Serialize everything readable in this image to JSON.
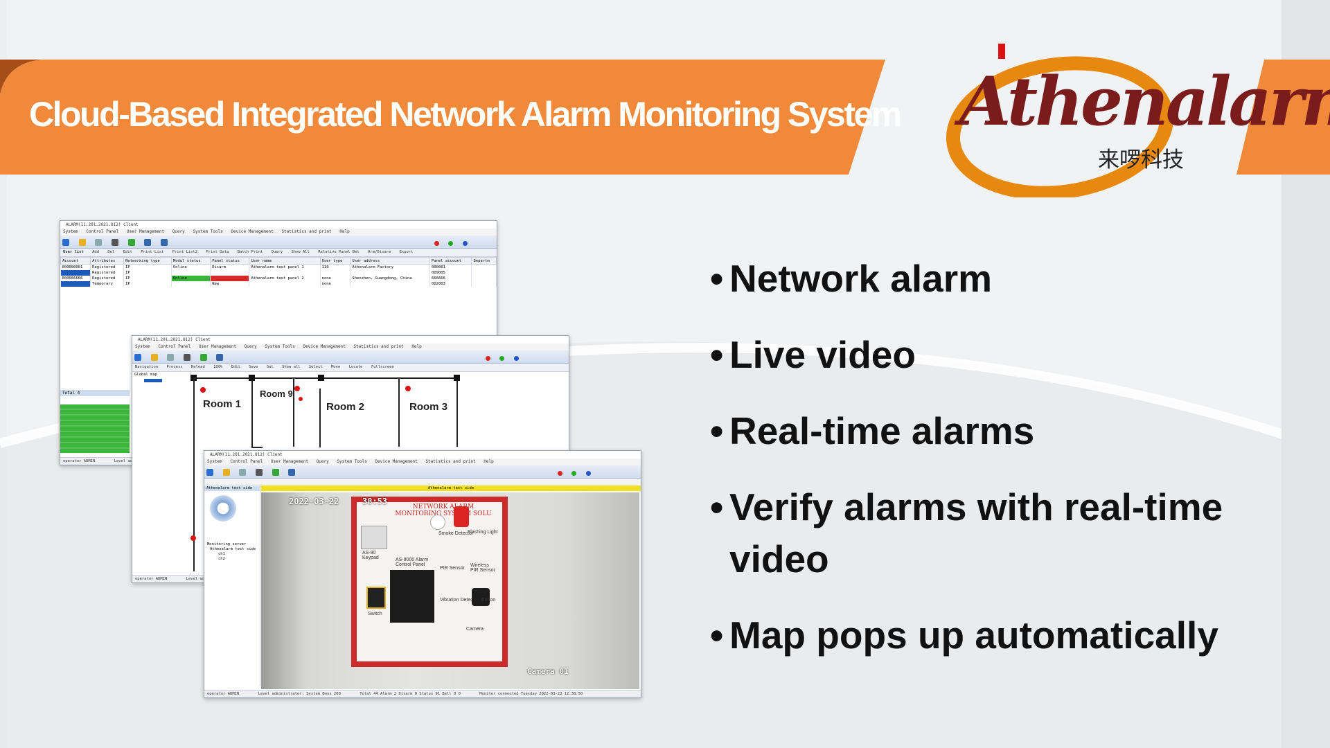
{
  "banner": {
    "title": "Cloud-Based Integrated Network Alarm Monitoring System",
    "color": "#f0893a"
  },
  "logo": {
    "brand": "Athenalarm",
    "chinese": "来啰科技",
    "ring_color": "#e8890f",
    "text_color": "#7a1c1c"
  },
  "bullets": [
    "Network alarm",
    "Live video",
    "Real-time alarms",
    "Verify alarms with real-time video",
    "Map pops up automatically"
  ],
  "client_window_title": "ALARM(11.201.2021.812) Client",
  "menu": [
    "System",
    "Control Panel",
    "User Management",
    "Query",
    "System Tools",
    "Device Management",
    "Statistics and print",
    "Help"
  ],
  "user_list": {
    "label": "User list",
    "actions": [
      "Add",
      "Del",
      "Edit",
      "Print List",
      "Print List2",
      "Print Data",
      "Batch Print",
      "Query",
      "Show All",
      "Relative Panel Bet",
      "Arm/Disarm",
      "Export"
    ],
    "columns": [
      "Account",
      "Attributes",
      "Networking type",
      "Modul status",
      "Panel status",
      "User name",
      "User type",
      "User address",
      "Panel account",
      "Departm"
    ],
    "rows": [
      [
        "000000001",
        "Registered",
        "IP",
        "Online",
        "Disarm",
        "Athenalarm test panel 1",
        "110",
        "Athenalarm Factory",
        "000001",
        ""
      ],
      [
        "",
        "Registered",
        "IP",
        "",
        "",
        "",
        "",
        "",
        "009005",
        ""
      ],
      [
        "000666666",
        "Registered",
        "IP",
        "Online",
        "",
        "Athenalarm test panel 2",
        "none",
        "Shenzhen, Guangdong, China",
        "666666",
        ""
      ],
      [
        "",
        "Temporary",
        "IP",
        "",
        "New",
        "",
        "none",
        "",
        "002003",
        ""
      ]
    ],
    "total": "Total 4",
    "status_left": "operator ADMIN",
    "status_right": "Level admin"
  },
  "map_window": {
    "tree_root": "Global map",
    "rooms": [
      "Room 1",
      "Room 9",
      "Room 2",
      "Room 3"
    ],
    "tool_items": [
      "Navigation",
      "Process",
      "Reload",
      "100%",
      "Edit",
      "Save",
      "Set",
      "Show all",
      "Select",
      "Move",
      "Locate",
      "Fullscreen"
    ],
    "status_left": "operator ADMIN",
    "status_right": "Level admin"
  },
  "video_window": {
    "tab": "Athenalarm test side",
    "subtitle": "connected",
    "title_bar": "Athenalarm test side",
    "date_osd": "2022-03-22",
    "time_osd": "38:53",
    "camera_osd": "Camera 01",
    "board_heading": "NETWORK ALARM MONITORING SYSTEM SOLU",
    "board_labels": [
      "Smoke Detector",
      "Flashing Light",
      "AS-90 Keypad",
      "AS-9000 Alarm Control Panel",
      "PIR Sensor",
      "Wireless PIR Sensor",
      "Vibration Detec",
      "Button",
      "Switch",
      "Camera"
    ],
    "tree_items": [
      "Monitoring server",
      "Athenalarm test side",
      "ch1",
      "ch2"
    ],
    "status_left": "operator ADMIN",
    "status_mid": "Level administrator: System Boss 200",
    "status_mid2": "Total 44 Alarm 2 Disarm 0 Status 91 Bell 0 0",
    "status_right": "Monitor connected   Tuesday 2022-03-22 12:38:50"
  }
}
